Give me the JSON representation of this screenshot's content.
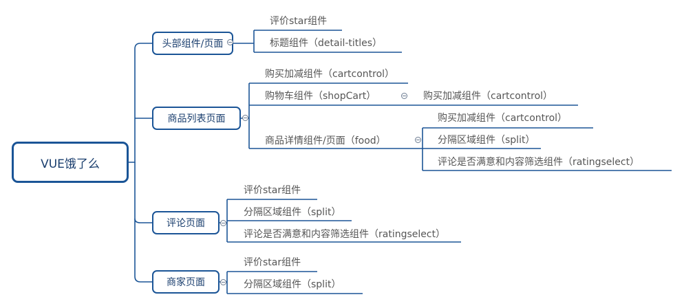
{
  "root": {
    "label": "VUE饿了么"
  },
  "branches": [
    {
      "label": "头部组件/页面",
      "children": [
        {
          "label": "评价star组件"
        },
        {
          "label": "标题组件（detail-titles）"
        }
      ]
    },
    {
      "label": "商品列表页面",
      "children": [
        {
          "label": "购买加减组件（cartcontrol）"
        },
        {
          "label": "购物车组件（shopCart）",
          "children": [
            {
              "label": "购买加减组件（cartcontrol）"
            }
          ]
        },
        {
          "label": "商品详情组件/页面（food）",
          "children": [
            {
              "label": "购买加减组件（cartcontrol）"
            },
            {
              "label": "分隔区域组件（split）"
            },
            {
              "label": "评论是否满意和内容筛选组件（ratingselect）"
            }
          ]
        }
      ]
    },
    {
      "label": "评论页面",
      "children": [
        {
          "label": "评价star组件"
        },
        {
          "label": "分隔区域组件（split）"
        },
        {
          "label": "评论是否满意和内容筛选组件（ratingselect）"
        }
      ]
    },
    {
      "label": "商家页面",
      "children": [
        {
          "label": "评价star组件"
        },
        {
          "label": "分隔区域组件（split）"
        }
      ]
    }
  ]
}
